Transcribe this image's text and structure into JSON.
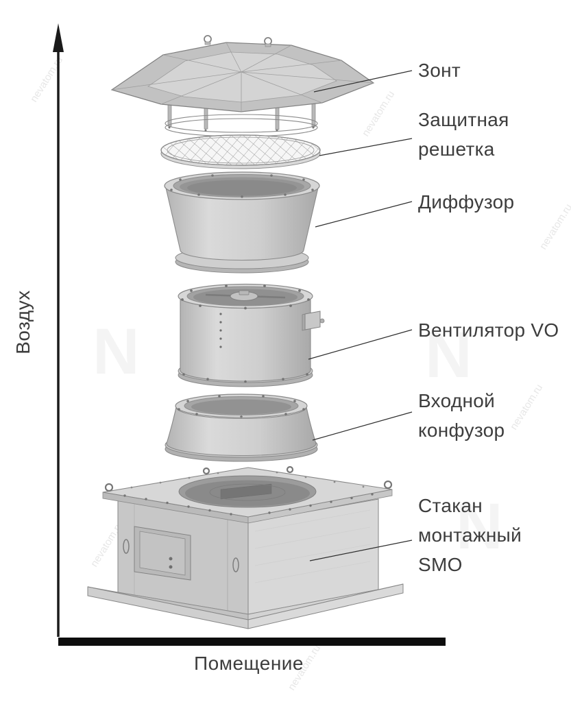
{
  "page": {
    "background": "#ffffff",
    "watermark_text": "nevatom.ru",
    "watermark_logo": "N"
  },
  "diagram": {
    "air_axis_label": "Воздух",
    "room_label": "Помещение",
    "parts": [
      {
        "id": "zont",
        "lines": [
          "Зонт"
        ]
      },
      {
        "id": "grille",
        "lines": [
          "Защитная",
          "решетка"
        ]
      },
      {
        "id": "diffuser",
        "lines": [
          "Диффузор"
        ]
      },
      {
        "id": "fan",
        "lines": [
          "Вентилятор VO"
        ]
      },
      {
        "id": "confuser",
        "lines": [
          "Входной",
          "конфузор"
        ]
      },
      {
        "id": "smo",
        "lines": [
          "Стакан",
          "монтажный",
          "SMO"
        ]
      }
    ],
    "colors": {
      "leader_line": "#2e2e2e",
      "outline": "#8a8a8a",
      "metal_light": "#d6d6d6",
      "metal_mid": "#c6c6c6",
      "metal_dark": "#9d9d9d",
      "baseline": "#0d0d0d"
    }
  }
}
